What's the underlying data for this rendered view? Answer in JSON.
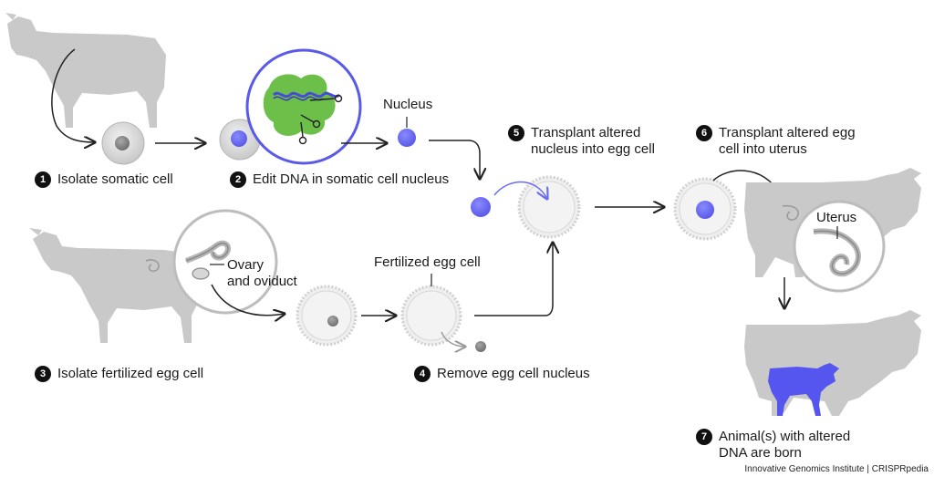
{
  "steps": [
    {
      "num": "1",
      "text": "Isolate somatic cell"
    },
    {
      "num": "2",
      "text": "Edit DNA in somatic cell nucleus"
    },
    {
      "num": "3",
      "text": "Isolate fertilized egg cell"
    },
    {
      "num": "4",
      "text": "Remove egg cell nucleus"
    },
    {
      "num": "5",
      "line1": "Transplant altered",
      "line2": "nucleus into egg cell"
    },
    {
      "num": "6",
      "line1": "Transplant altered egg",
      "line2": "cell into uterus"
    },
    {
      "num": "7",
      "line1": "Animal(s) with altered",
      "line2": "DNA are born"
    }
  ],
  "labels": {
    "nucleus": "Nucleus",
    "ovary_line1": "Ovary",
    "ovary_line2": "and oviduct",
    "fertilized": "Fertilized egg cell",
    "uterus": "Uterus"
  },
  "credit": "Innovative Genomics Institute | CRISPRpedia",
  "colors": {
    "cow_gray": "#c9c9c9",
    "accent_blue": "#6b6bf2",
    "calf_blue": "#5555f0",
    "enzyme_green": "#6cc04a",
    "arrow": "#222222"
  },
  "icons": [
    "cow-silhouette",
    "calf-silhouette",
    "cell-icon",
    "egg-cell-icon",
    "crispr-complex-icon",
    "ovary-icon",
    "uterus-icon"
  ]
}
